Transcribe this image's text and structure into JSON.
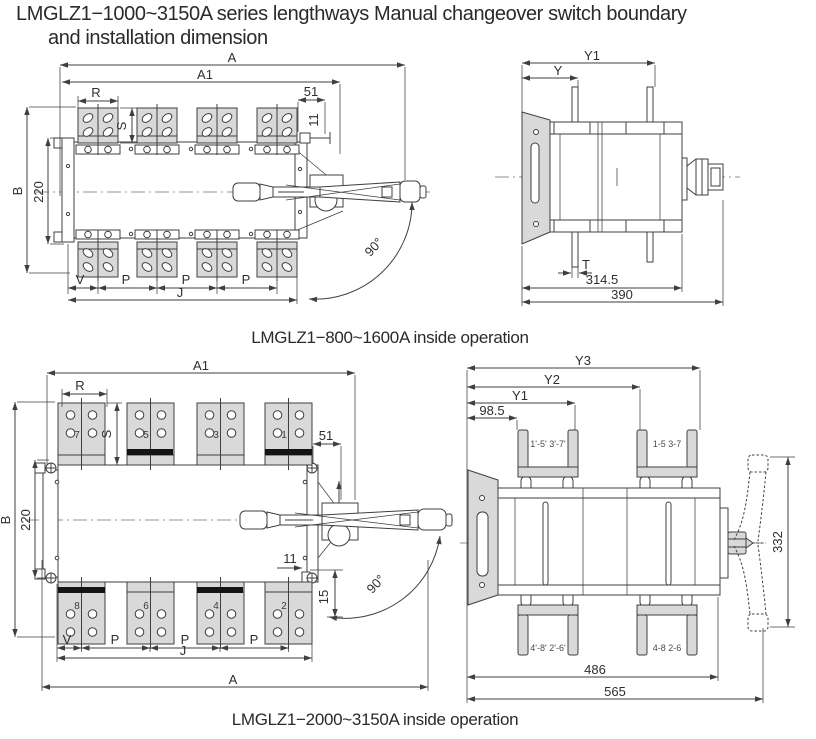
{
  "title": {
    "line1": "LMGLZ1−1000~3150A series lengthways Manual changeover switch boundary",
    "line2": "and installation dimension"
  },
  "captions": {
    "top": "LMGLZ1−800~1600A inside operation",
    "bottom": "LMGLZ1−2000~3150A inside operation"
  },
  "colors": {
    "line": "#3f3f3f",
    "fill_gray": "#d9d9d9",
    "fill_black": "#141414",
    "background": "#ffffff"
  },
  "d1": {
    "a": "A",
    "a1": "A1",
    "r": "R",
    "s": "S",
    "dim51": "51",
    "dim11": "11",
    "b": "B",
    "dim220": "220",
    "angle": "90°",
    "v": "V",
    "p1": "P",
    "p2": "P",
    "p3": "P",
    "j": "J"
  },
  "d2": {
    "y1": "Y1",
    "y": "Y",
    "t": "T",
    "dim3145": "314.5",
    "dim390": "390"
  },
  "d3": {
    "a1": "A1",
    "r": "R",
    "s": "S",
    "b": "B",
    "dim220": "220",
    "dim51": "51",
    "dim11": "11",
    "dim15": "15",
    "angle": "90°",
    "v": "V",
    "p1": "P",
    "p2": "P",
    "p3": "P",
    "j": "J",
    "a": "A",
    "terminals_top": [
      "7",
      "5",
      "3",
      "1"
    ],
    "terminals_bottom": [
      "8",
      "6",
      "4",
      "2"
    ]
  },
  "d4": {
    "y3": "Y3",
    "y2": "Y2",
    "y1": "Y1",
    "dim985": "98.5",
    "dim332": "332",
    "dim486": "486",
    "dim565": "565",
    "label_top_left": "1'-5' 3'-7'",
    "label_top_right": "1-5  3-7",
    "label_bottom_left": "4'-8' 2'-6'",
    "label_bottom_right": "4-8  2-6"
  }
}
